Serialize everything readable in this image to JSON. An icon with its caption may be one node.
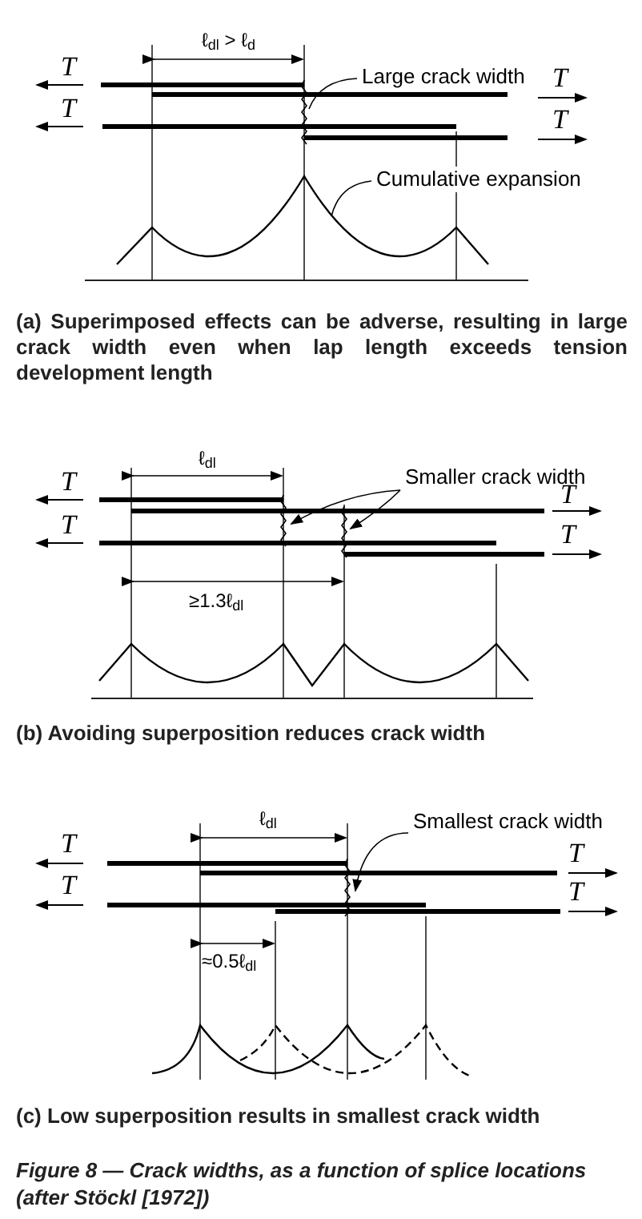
{
  "diagram": {
    "caption": "Figure 8 — Crack widths, as a function of splice locations (after Stöckl [1972])",
    "nodes": [
      {
        "text": [
          "Large crack width"
        ]
      },
      {
        "text": [
          "Cumulative expansion"
        ]
      },
      {
        "text": [
          "Smaller crack width"
        ]
      },
      {
        "text": [
          "Smallest crack width"
        ]
      }
    ],
    "edges": [
      {
        "from": 0,
        "to": null,
        "arrow": "none"
      },
      {
        "from": 1,
        "to": null,
        "arrow": "none"
      },
      {
        "from": 2,
        "to": null,
        "arrow": "to"
      },
      {
        "from": 2,
        "to": null,
        "arrow": "to"
      },
      {
        "from": 3,
        "to": null,
        "arrow": "to"
      }
    ],
    "labels": [
      "ℓ$_{dl}$ > ℓ$_{d}$",
      "T",
      "T",
      "T",
      "T",
      "(a) Superimposed effects can be adverse, resulting in large crack width even when lap length exceeds tension development length",
      "ℓ$_{dl}$",
      "T",
      "T",
      "T",
      "T",
      "≥1.3ℓ$_{dl}$",
      "(b) Avoiding superposition reduces crack width",
      "ℓ$_{dl}$",
      "T",
      "T",
      "T",
      "T",
      "≈0.5ℓ$_{dl}$",
      "(c) Low superposition results in smallest crack width"
    ]
  }
}
